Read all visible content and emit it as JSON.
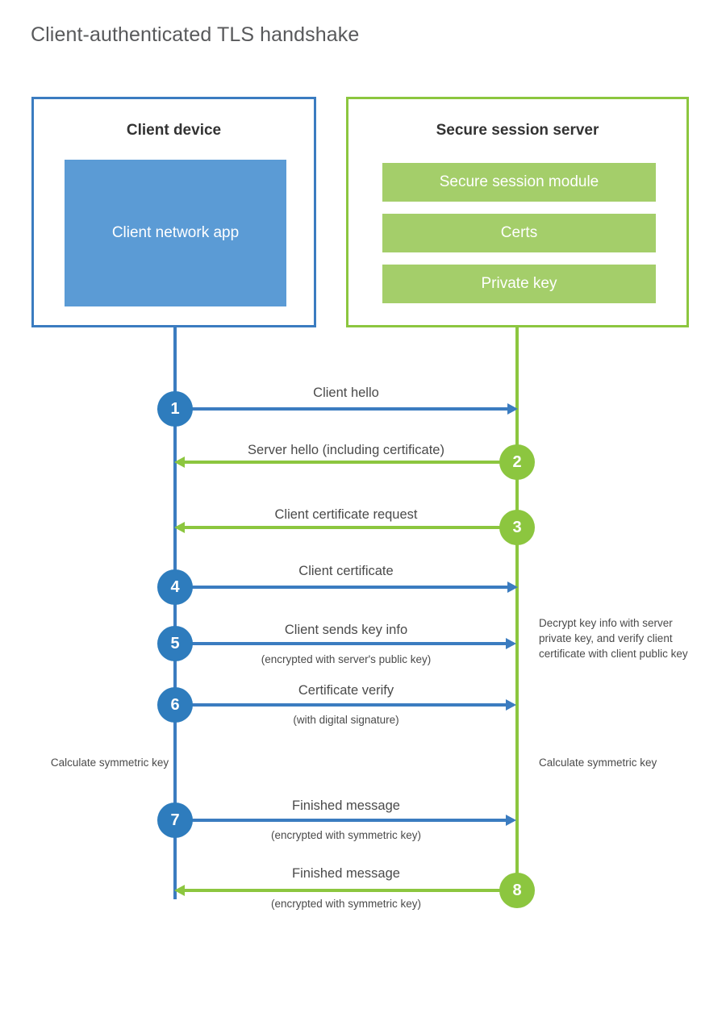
{
  "title": "Client-authenticated TLS handshake",
  "actors": {
    "client": {
      "title": "Client device",
      "app_label": "Client network app",
      "color": "#3b7cc0"
    },
    "server": {
      "title": "Secure session server",
      "color": "#8cc63f",
      "components": [
        {
          "label": "Secure session module"
        },
        {
          "label": "Certs"
        },
        {
          "label": "Private key"
        }
      ]
    }
  },
  "steps": [
    {
      "number": "1",
      "label": "Client hello",
      "sublabel": "",
      "from": "client",
      "to": "server",
      "color": "#3b7cc0"
    },
    {
      "number": "2",
      "label": "Server hello (including certificate)",
      "sublabel": "",
      "from": "server",
      "to": "client",
      "color": "#8cc63f"
    },
    {
      "number": "3",
      "label": "Client certificate request",
      "sublabel": "",
      "from": "server",
      "to": "client",
      "color": "#8cc63f"
    },
    {
      "number": "4",
      "label": "Client certificate",
      "sublabel": "",
      "from": "client",
      "to": "server",
      "color": "#3b7cc0"
    },
    {
      "number": "5",
      "label": "Client sends key info",
      "sublabel": "(encrypted with server's public key)",
      "from": "client",
      "to": "server",
      "color": "#3b7cc0"
    },
    {
      "number": "6",
      "label": "Certificate verify",
      "sublabel": "(with digital signature)",
      "from": "client",
      "to": "server",
      "color": "#3b7cc0"
    },
    {
      "number": "7",
      "label": "Finished message",
      "sublabel": "(encrypted with symmetric key)",
      "from": "client",
      "to": "server",
      "color": "#3b7cc0"
    },
    {
      "number": "8",
      "label": "Finished message",
      "sublabel": "(encrypted with symmetric key)",
      "from": "server",
      "to": "client",
      "color": "#8cc63f"
    }
  ],
  "notes": {
    "server_decrypt": "Decrypt key info with server private key, and verify client certificate with client public key",
    "client_calculate": "Calculate symmetric key",
    "server_calculate": "Calculate symmetric key"
  }
}
